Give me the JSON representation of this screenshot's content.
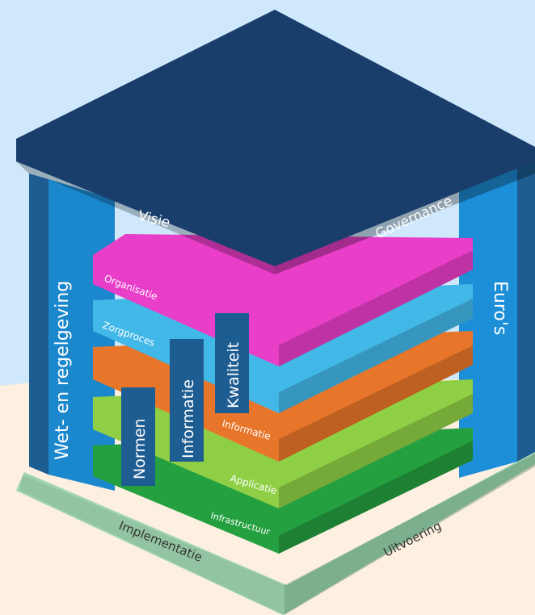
{
  "colors": {
    "sky": "#cfe8fb",
    "ground": "#fdf0e0",
    "roof": "#1a3e6c",
    "column": "#1d8fd8",
    "pillar": "#1e5d92",
    "base": "#9fd4b0",
    "organisatie": "#e83ec8",
    "zorgproces": "#42b8e8",
    "informatie": "#e8762a",
    "applicatie": "#8fcf45",
    "infrastructuur": "#25a040"
  },
  "roof": {
    "left_label": "Visie",
    "right_label": "Governance"
  },
  "columns": {
    "left_label": "Wet- en regelgeving",
    "right_label": "Euro's"
  },
  "pillars": {
    "normen": "Normen",
    "informatie": "Informatie",
    "kwaliteit": "Kwaliteit"
  },
  "layers": {
    "organisatie": "Organisatie",
    "zorgproces": "Zorgproces",
    "informatie": "Informatie",
    "applicatie": "Applicatie",
    "infrastructuur": "Infrastructuur"
  },
  "base": {
    "left_label": "Implementatie",
    "right_label": "Uitvoering"
  }
}
